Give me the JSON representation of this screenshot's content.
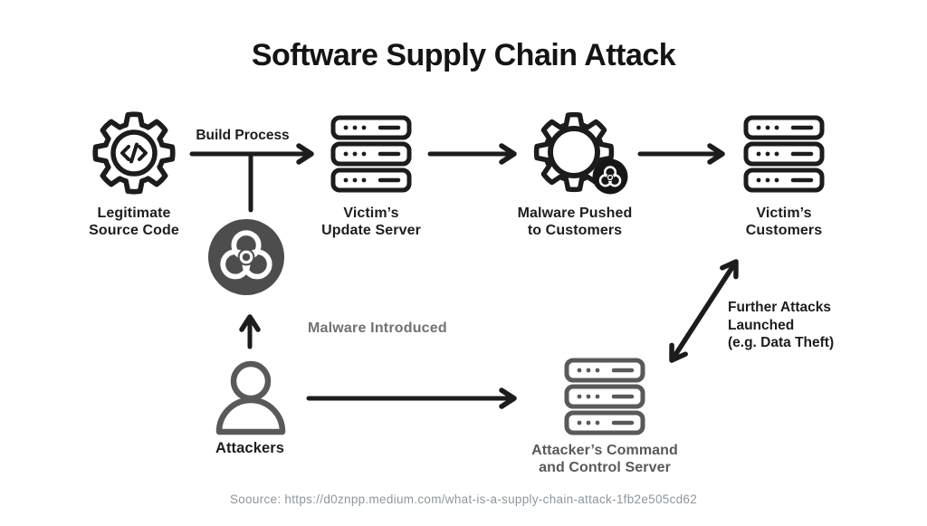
{
  "title": "Software Supply Chain Attack",
  "nodes": {
    "source_code": {
      "line1": "Legitimate",
      "line2": "Source Code"
    },
    "update_server": {
      "line1": "Victim’s",
      "line2": "Update Server"
    },
    "malware_pushed": {
      "line1": "Malware Pushed",
      "line2": "to Customers"
    },
    "customers": {
      "line1": "Victim’s",
      "line2": "Customers"
    },
    "attackers": {
      "label": "Attackers"
    },
    "cc_server": {
      "line1": "Attacker’s Command",
      "line2": "and Control Server"
    }
  },
  "annotations": {
    "build_process": "Build Process",
    "malware_introduced": "Malware Introduced",
    "further_attacks": {
      "line1": "Further Attacks",
      "line2": "Launched",
      "line3": "(e.g. Data Theft)"
    }
  },
  "footer": {
    "source_text": "Soource: https://d0znpp.medium.com/what-is-a-supply-chain-attack-1fb2e505cd62"
  },
  "icons": {
    "source_code": "gear-with-code-icon",
    "code_glyph": "</>",
    "update_server": "server-stack-icon",
    "malware_pushed": "gear-with-biohazard-badge-icon",
    "customers": "server-stack-icon",
    "malware": "biohazard-circle-icon",
    "attackers": "person-icon",
    "cc_server": "server-stack-icon-gray"
  },
  "colors": {
    "ink": "#1c1c1c",
    "malware_circle_gray": "#4d4d4d",
    "icon_gray": "#58595b",
    "annotation_gray": "#707174",
    "footer_gray": "#8e979e",
    "background": "#ffffff"
  }
}
